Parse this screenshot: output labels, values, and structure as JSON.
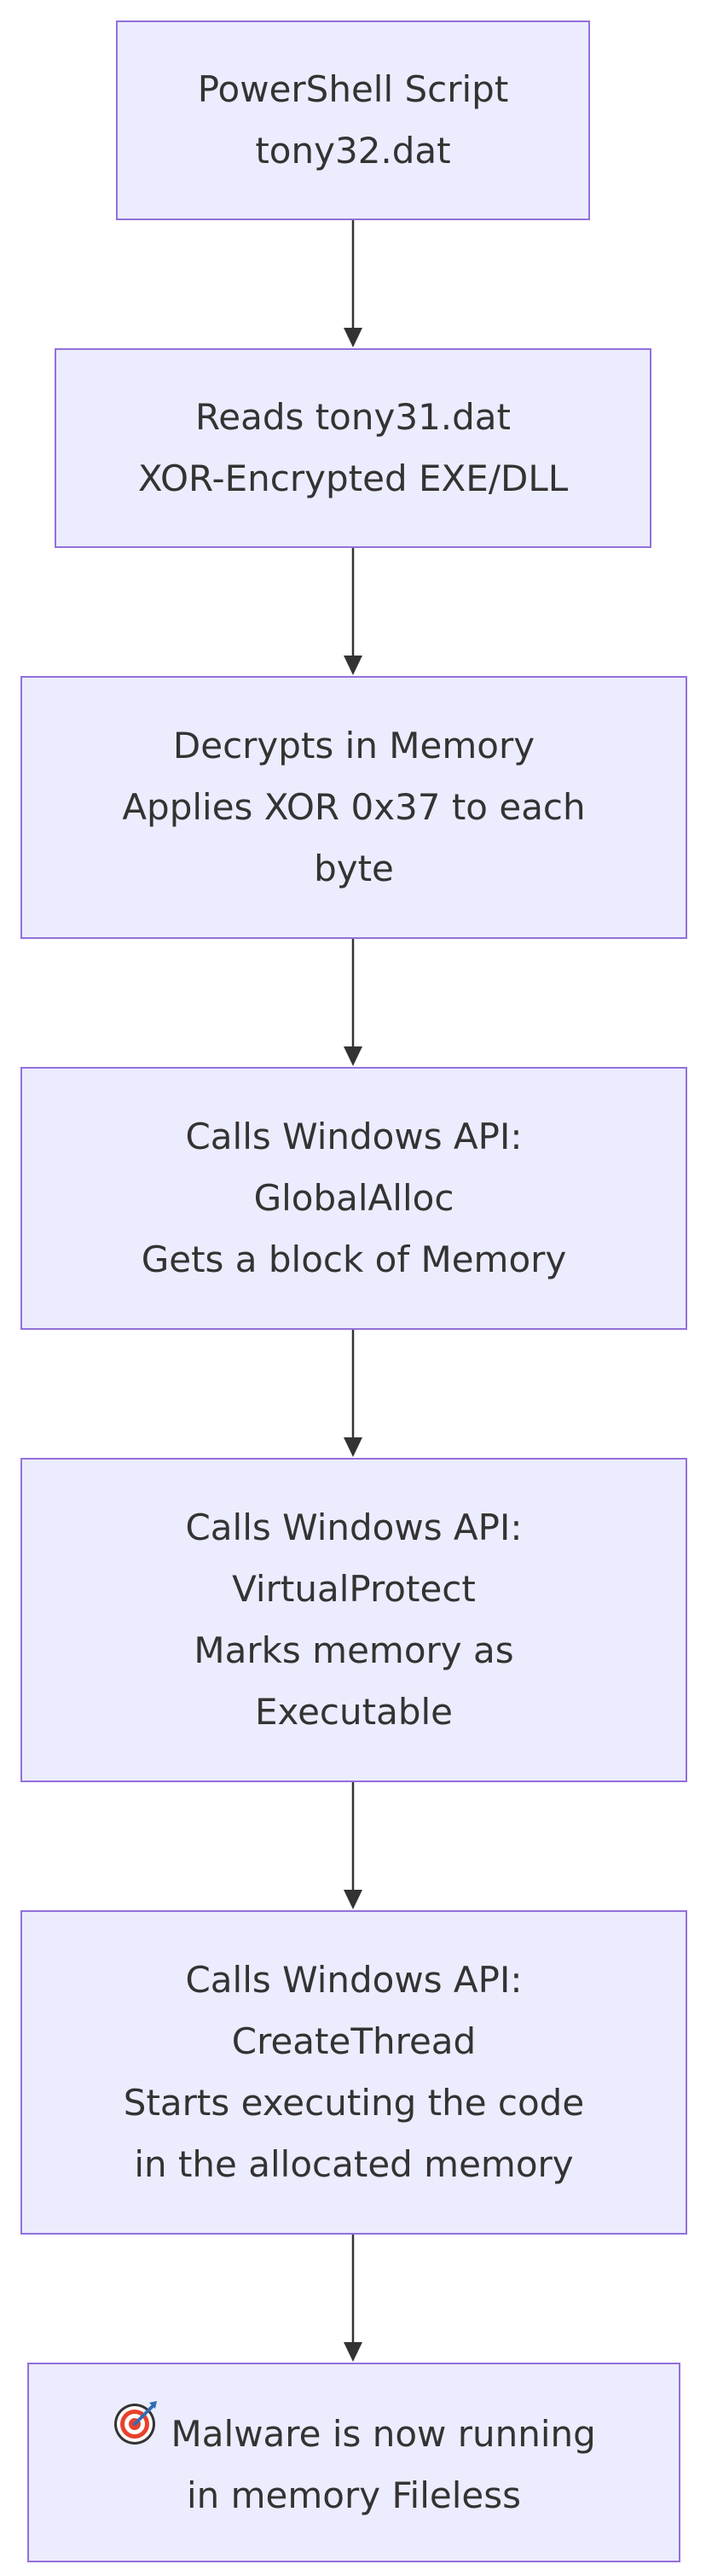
{
  "diagram": {
    "type": "flowchart",
    "direction": "top-down",
    "colors": {
      "node_fill": "#ECECFF",
      "node_border": "#9370DB",
      "text": "#333333",
      "edge": "#333333"
    },
    "nodes": [
      {
        "id": "ps_script",
        "lines": [
          "PowerShell Script",
          "tony32.dat"
        ]
      },
      {
        "id": "read_dat",
        "lines": [
          "Reads tony31.dat",
          "XOR-Encrypted EXE/DLL"
        ]
      },
      {
        "id": "decrypt",
        "lines": [
          "Decrypts in Memory",
          "Applies XOR 0x37 to each",
          "byte"
        ]
      },
      {
        "id": "global_alloc",
        "lines": [
          "Calls Windows API:",
          "GlobalAlloc",
          "Gets a block of Memory"
        ]
      },
      {
        "id": "virtual_protect",
        "lines": [
          "Calls Windows API:",
          "VirtualProtect",
          "Marks memory as",
          "Executable"
        ]
      },
      {
        "id": "create_thread",
        "lines": [
          "Calls Windows API:",
          "CreateThread",
          "Starts executing the code",
          "in the allocated memory"
        ]
      },
      {
        "id": "fileless",
        "icon": "target-icon",
        "lines": [
          "Malware is now running",
          "in memory Fileless"
        ]
      }
    ],
    "edges": [
      {
        "from": "ps_script",
        "to": "read_dat"
      },
      {
        "from": "read_dat",
        "to": "decrypt"
      },
      {
        "from": "decrypt",
        "to": "global_alloc"
      },
      {
        "from": "global_alloc",
        "to": "virtual_protect"
      },
      {
        "from": "virtual_protect",
        "to": "create_thread"
      },
      {
        "from": "create_thread",
        "to": "fileless"
      }
    ]
  }
}
